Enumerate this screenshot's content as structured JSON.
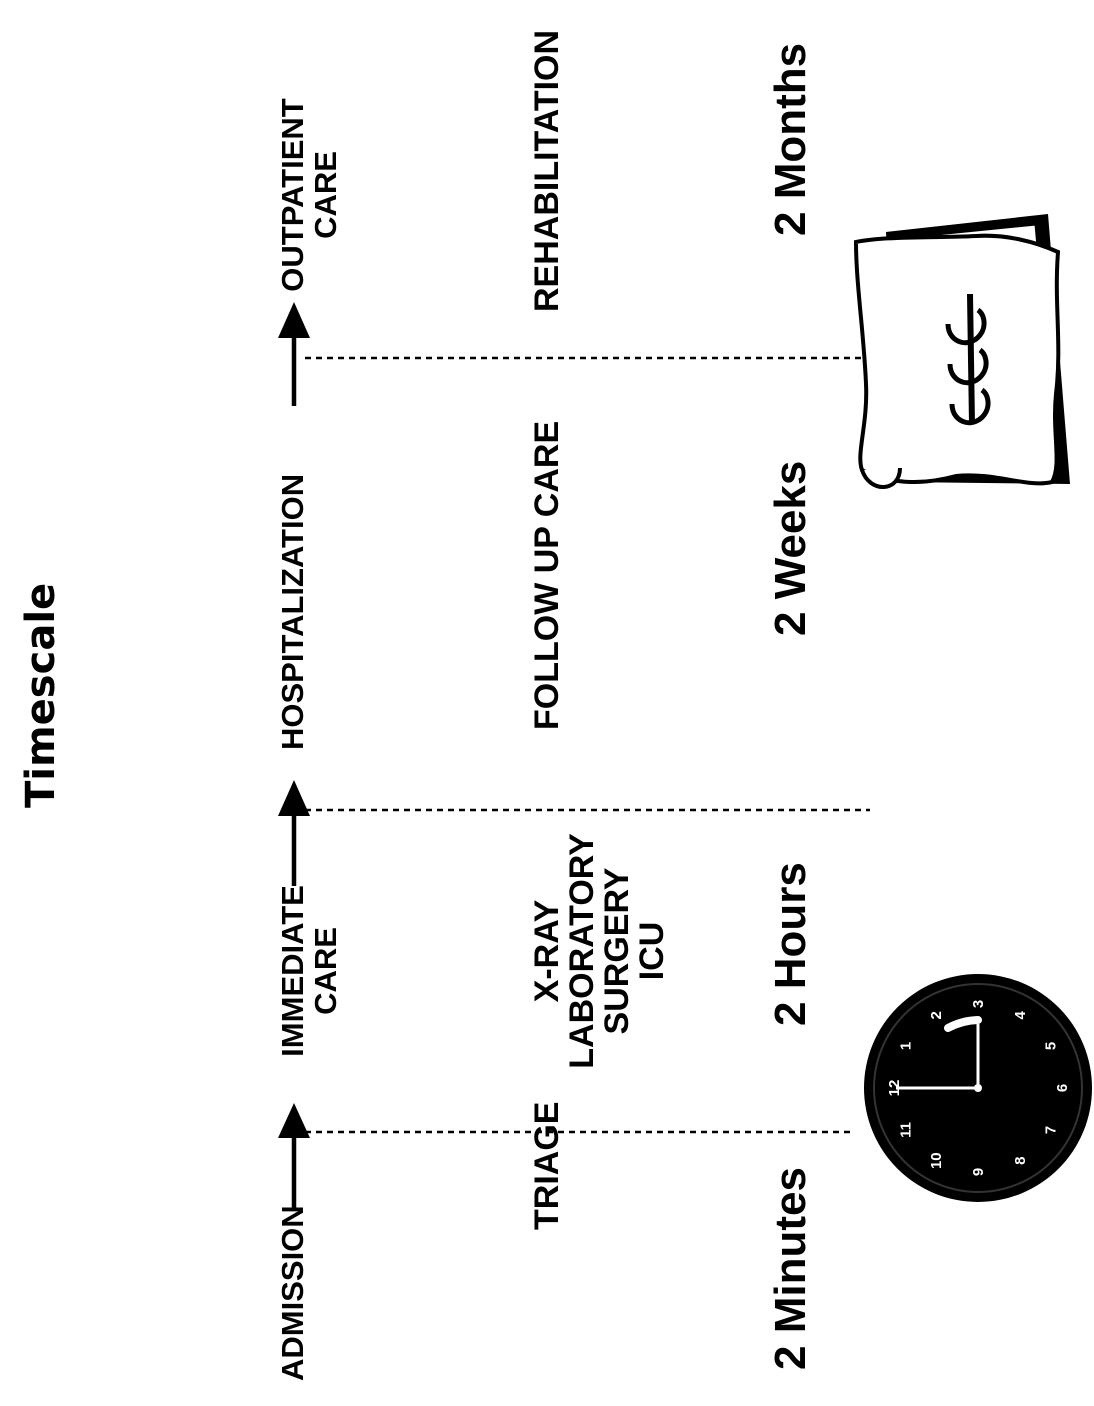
{
  "title": "Timescale",
  "flow": {
    "admission": "ADMISSION",
    "immediate_care": [
      "IMMEDIATE",
      "CARE"
    ],
    "hospitalization": "HOSPITALIZATION",
    "outpatient_care": [
      "OUTPATIENT",
      "CARE"
    ]
  },
  "activities": {
    "triage": "TRIAGE",
    "immediate": [
      "X-RAY",
      "LABORATORY",
      "SURGERY",
      "ICU"
    ],
    "follow_up": "FOLLOW UP CARE",
    "rehabilitation": "REHABILITATION"
  },
  "times": {
    "minutes": "2 Minutes",
    "hours": "2 Hours",
    "weeks": "2 Weeks",
    "months": "2 Months"
  },
  "clock": {
    "numbers": [
      "12",
      "1",
      "2",
      "3",
      "4",
      "5",
      "6",
      "7",
      "8",
      "9",
      "10",
      "11"
    ]
  },
  "icons": {
    "clock": "clock-icon",
    "book": "book-icon"
  }
}
